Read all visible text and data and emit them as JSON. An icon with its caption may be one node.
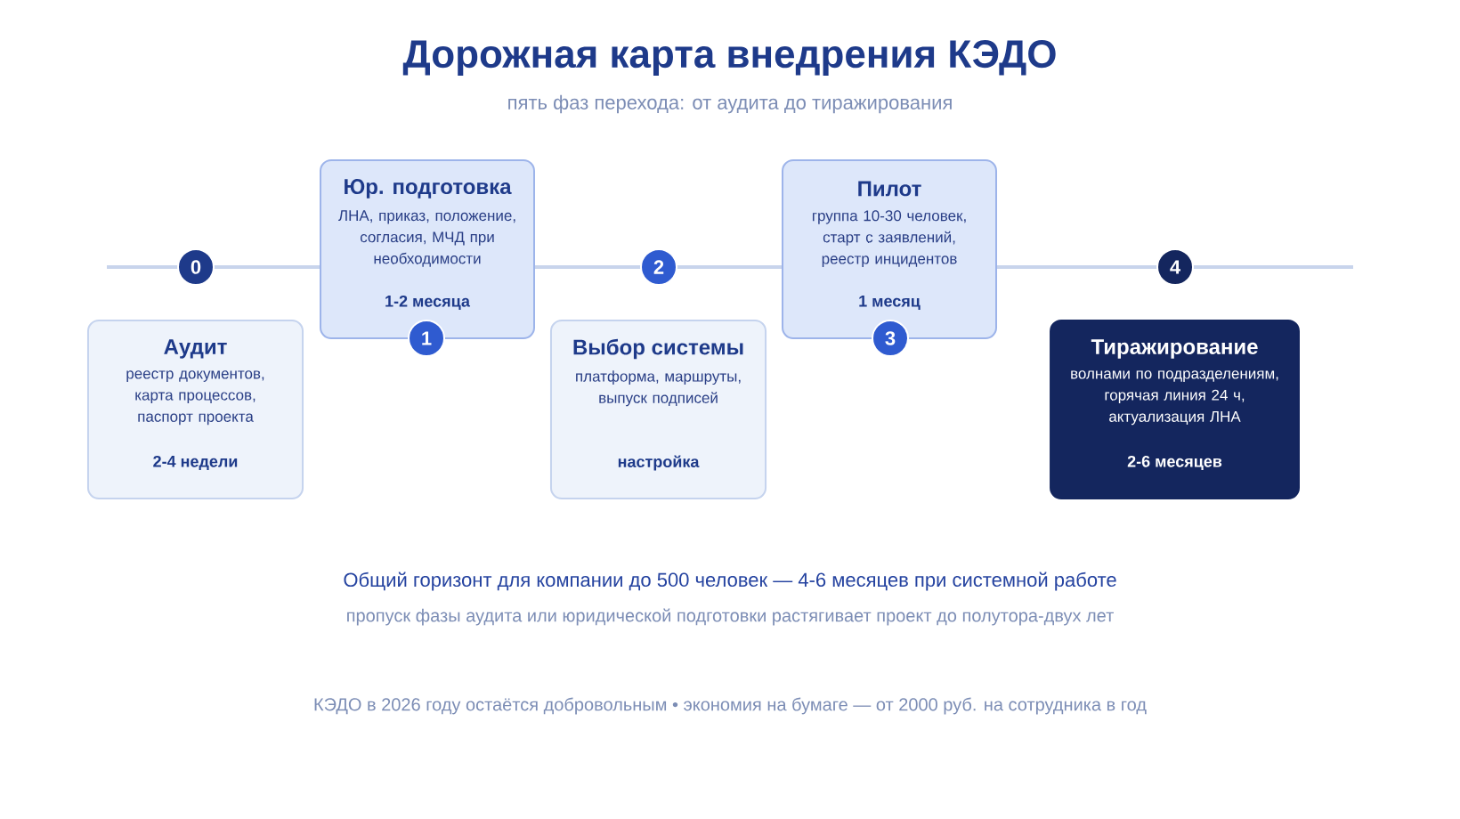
{
  "diagram": {
    "title": "Дорожная карта внедрения КЭДО",
    "nodes": [
      {
        "text": [
          "Аудит",
          "реестр документов, карта процессов, паспорт проекта",
          "2-4 недели"
        ]
      },
      {
        "text": [
          "Юр. подготовка",
          "ЛНА, приказ, положение, согласия, МЧД при необходимости",
          "1-2 месяца"
        ]
      },
      {
        "text": [
          "Выбор системы",
          "платформа, маршруты, выпуск подписей",
          "настройка"
        ]
      },
      {
        "text": [
          "Пилот",
          "группа 10-30 человек, старт с заявлений, реестр инцидентов",
          "1 месяц"
        ]
      },
      {
        "text": [
          "Тиражирование",
          "волнами по подразделениям, горячая линия 24 ч, актуализация ЛНА",
          "2-6 месяцев"
        ]
      },
      {
        "text": [
          "0"
        ]
      },
      {
        "text": [
          "1"
        ]
      },
      {
        "text": [
          "2"
        ]
      },
      {
        "text": [
          "3"
        ]
      },
      {
        "text": [
          "4"
        ]
      }
    ],
    "labels": [
      "пять фаз перехода: от аудита до тиражирования",
      "Общий горизонт для компании до 500 человек — 4-6 месяцев при системной работе",
      "пропуск фазы аудита или юридической подготовки растягивает проект до полутора-двух лет",
      "КЭДО в 2026 году остаётся добровольным • экономия на бумаге — от 2000 руб. на сотрудника в год"
    ]
  }
}
